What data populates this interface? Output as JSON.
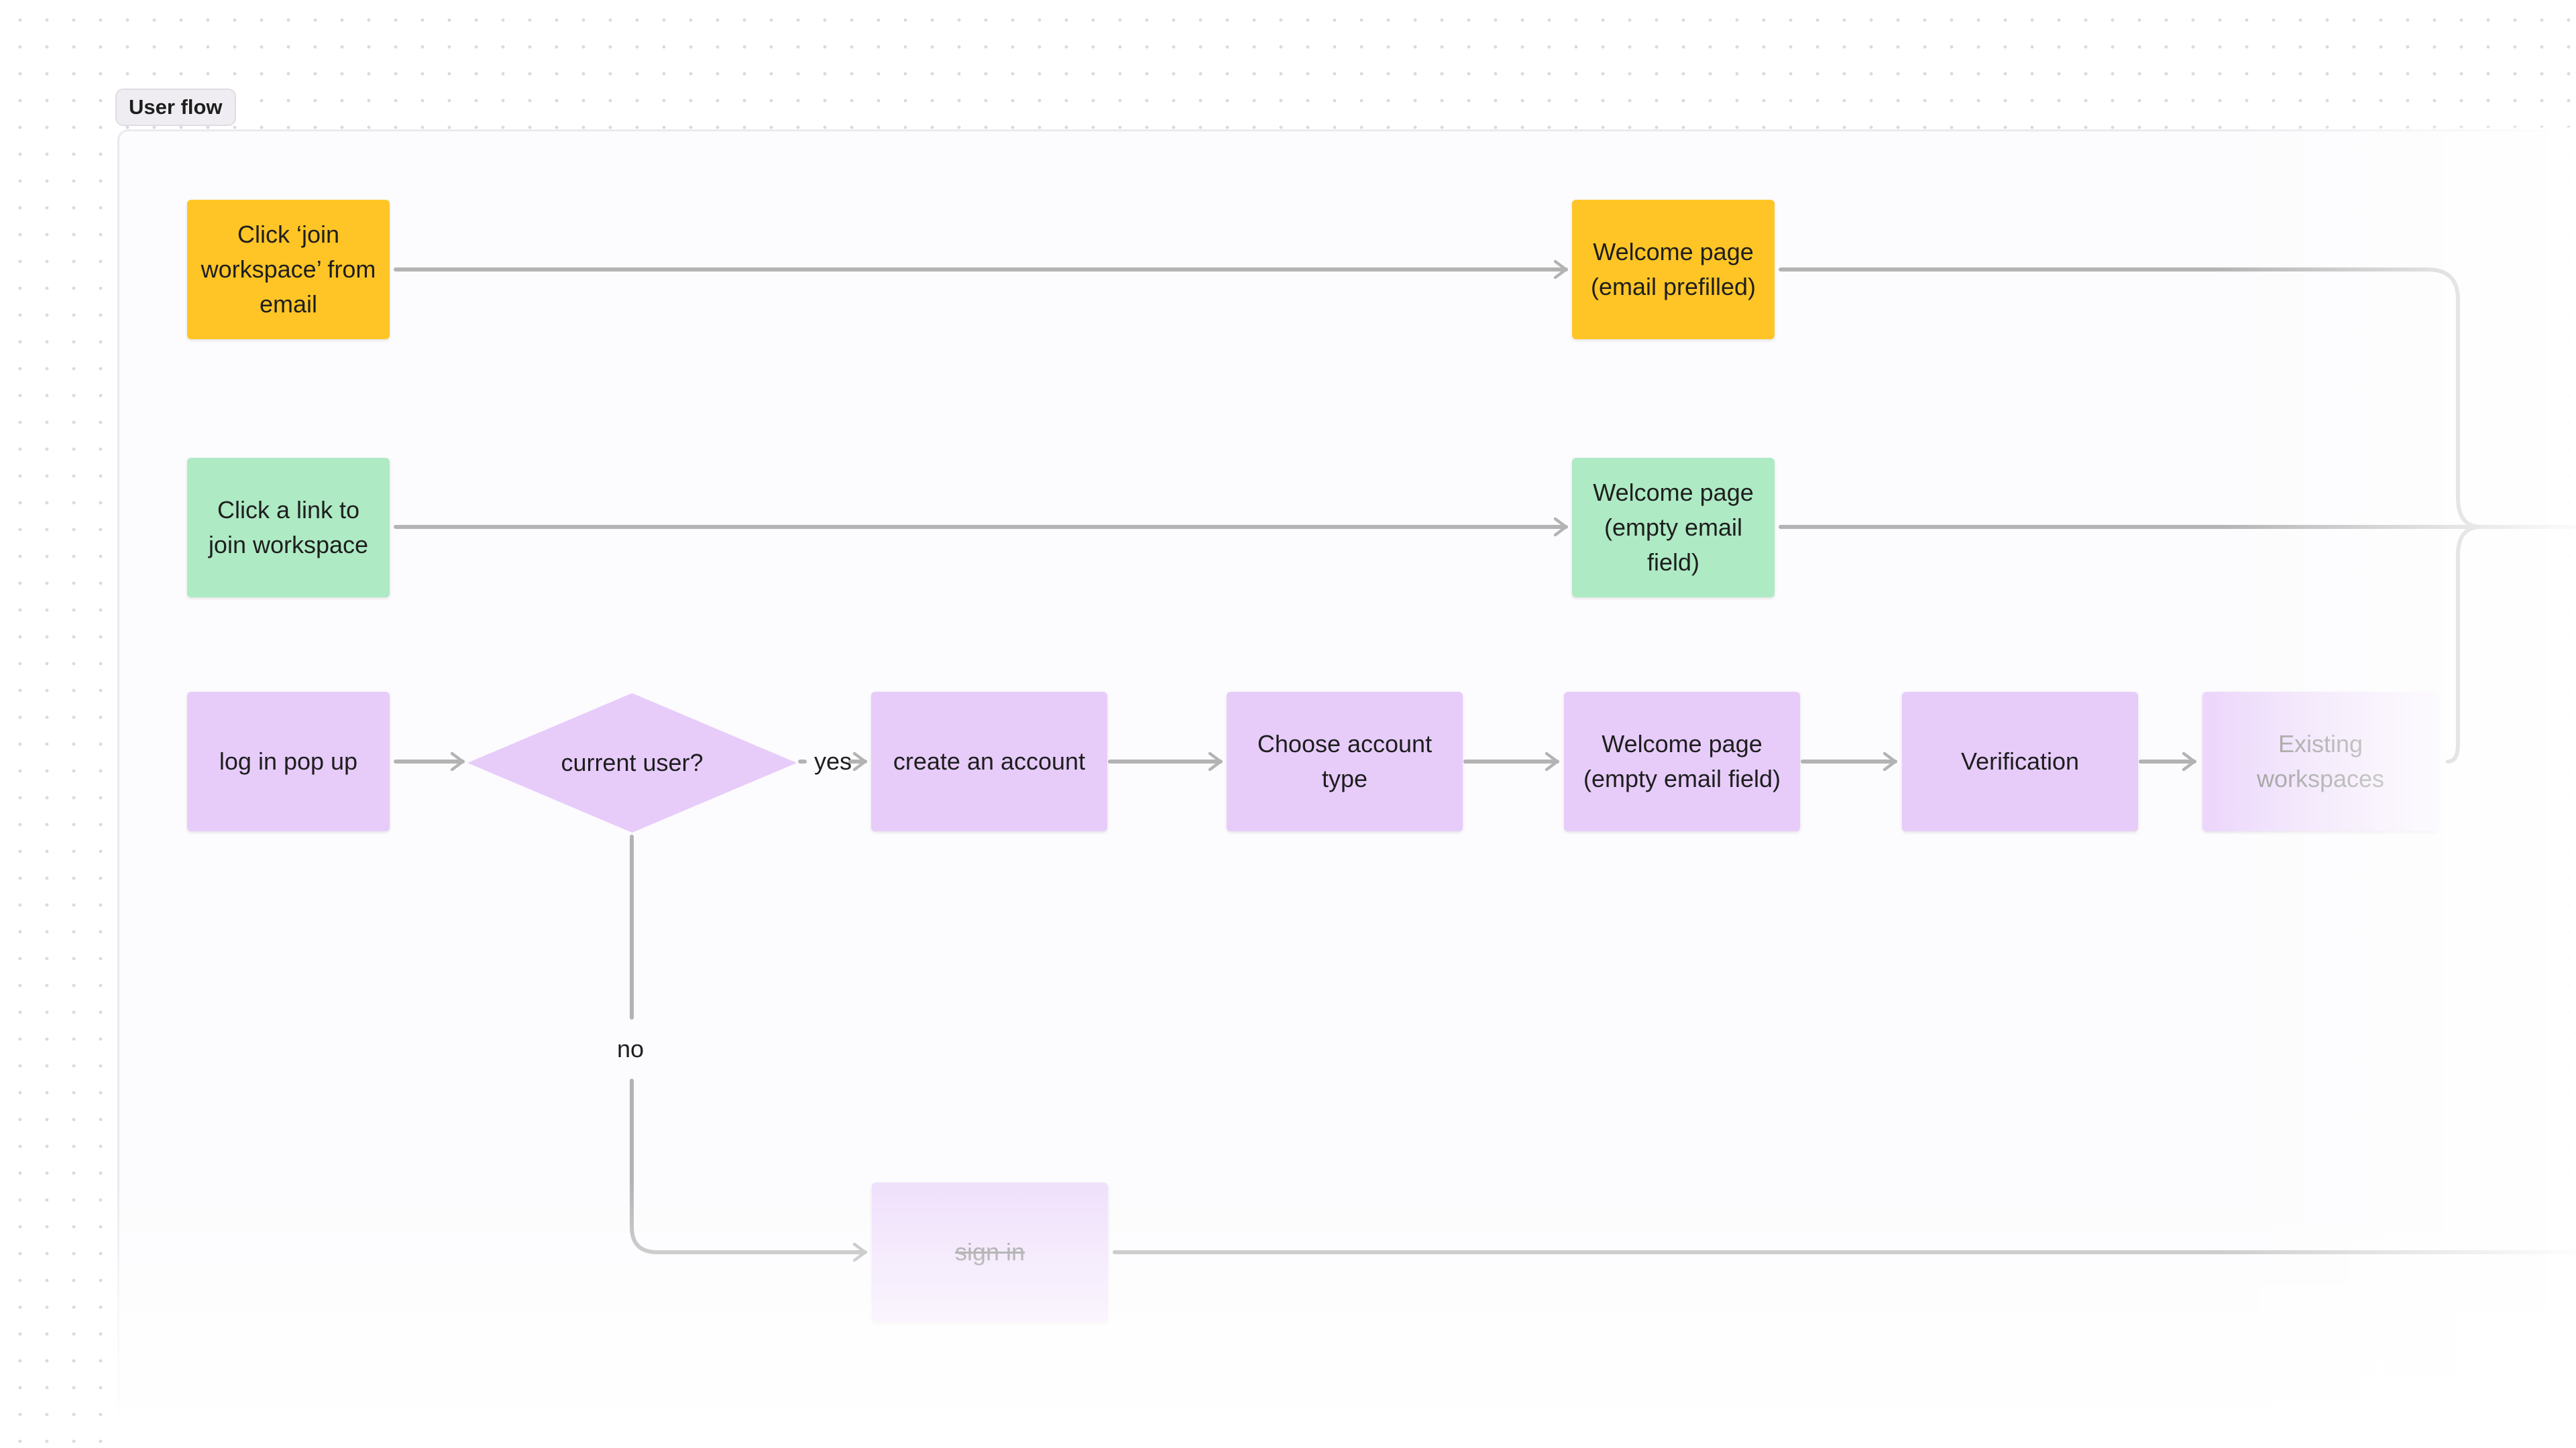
{
  "section": {
    "label": "User flow"
  },
  "nodes": {
    "join_from_email": "Click ‘join workspace’ from email",
    "welcome_prefilled": "Welcome page (email prefilled)",
    "join_link": "Click a link to join workspace",
    "welcome_empty_top": "Welcome page (empty email field)",
    "login_popup": "log in pop up",
    "current_user": "current user?",
    "create_account": "create an account",
    "choose_account_type": "Choose account type",
    "welcome_empty_row": "Welcome page (empty email field)",
    "verification": "Verification",
    "existing_workspaces": "Existing workspaces",
    "sign_in": "sign in"
  },
  "edge_labels": {
    "yes": "yes",
    "no": "no"
  },
  "colors": {
    "yellow": "#ffc526",
    "green": "#aeeac4",
    "purple": "#e7ccfa",
    "connector": "#b3b3b3"
  }
}
